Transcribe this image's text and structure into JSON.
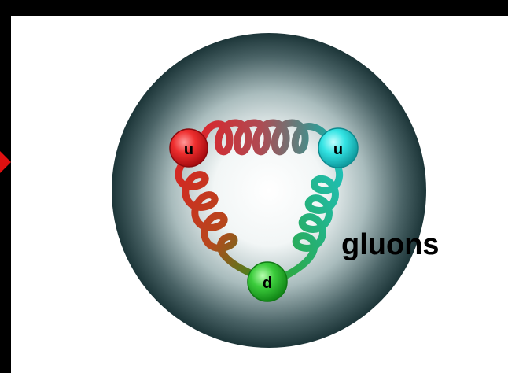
{
  "diagram": {
    "quarks": [
      {
        "id": "up-left",
        "letter": "u",
        "color": "#e8282a"
      },
      {
        "id": "up-right",
        "letter": "u",
        "color": "#2ee0e0"
      },
      {
        "id": "down-bottom",
        "letter": "d",
        "color": "#38c238"
      }
    ],
    "gluon_label": "gluons",
    "colors": {
      "background": "#000000",
      "panel": "#ffffff",
      "sphere_edge": "#1c3538",
      "sphere_center": "#ffffff",
      "pointer": "#e01010"
    }
  }
}
